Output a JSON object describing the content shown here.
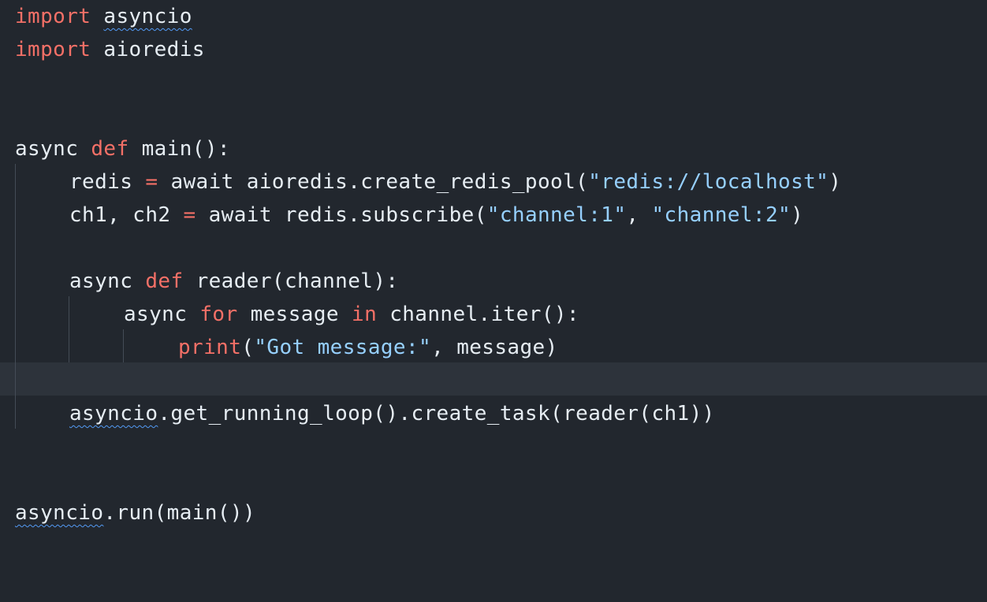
{
  "editor": {
    "language": "python",
    "colors": {
      "background": "#22272e",
      "current_line": "#2d333b",
      "keyword": "#f47067",
      "string": "#96d0ff",
      "text": "#e6edf3",
      "squiggle": "#539bf5"
    },
    "lines": {
      "l1": {
        "kw": "import",
        "name": "asyncio"
      },
      "l2": {
        "kw": "import",
        "name": "aioredis"
      },
      "l5": {
        "kw1": "async",
        "kw2": "def",
        "rest": "main():"
      },
      "l6": {
        "a": "redis ",
        "op": "=",
        "b": " await aioredis.create_redis_pool(",
        "s1": "\"redis://localhost\"",
        "c": ")"
      },
      "l7": {
        "a": "ch1, ch2 ",
        "op": "=",
        "b": " await redis.subscribe(",
        "s1": "\"channel:1\"",
        "c": ", ",
        "s2": "\"channel:2\"",
        "d": ")"
      },
      "l9": {
        "kw1": "async",
        "kw2": "def",
        "rest": "reader(channel):"
      },
      "l10": {
        "kw1": "async",
        "kw2": "for",
        "mid": "message",
        "kw3": "in",
        "rest": "channel.iter():"
      },
      "l11": {
        "fn": "print",
        "a": "(",
        "s1": "\"Got message:\"",
        "b": ", message)"
      },
      "l13": {
        "name": "asyncio",
        "rest": ".get_running_loop().create_task(reader(ch1))"
      },
      "l16": {
        "name": "asyncio",
        "rest": ".run(main())"
      }
    }
  }
}
